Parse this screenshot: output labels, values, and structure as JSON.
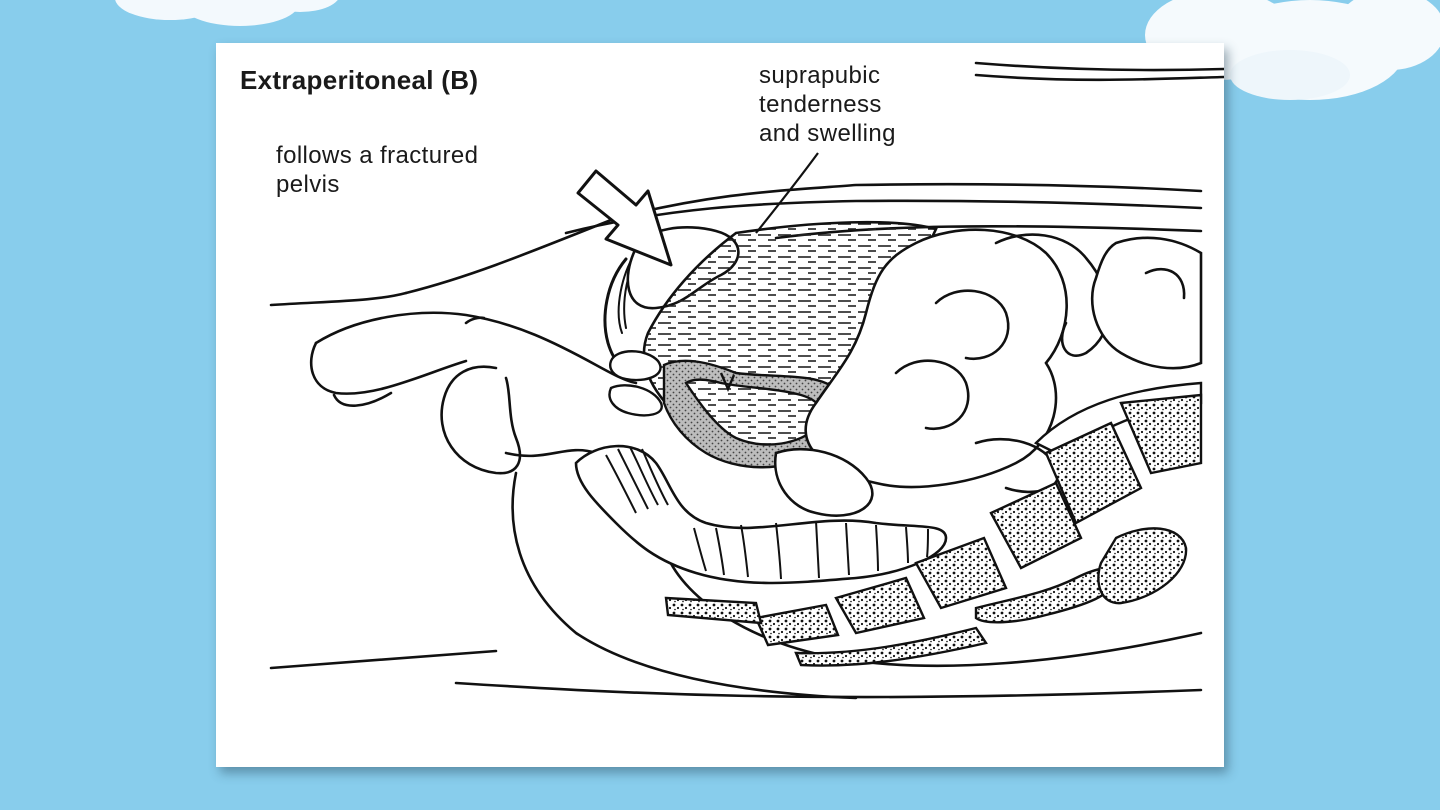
{
  "background_color": "#88cdec",
  "card_color": "#ffffff",
  "ink_color": "#1a1a1a",
  "diagram": {
    "title": "Extraperitoneal (B)",
    "annotations": {
      "fracture": "follows a fractured\npelvis",
      "suprapubic": "suprapubic\ntenderness\nand swelling"
    },
    "icons": [
      "arrow-icon",
      "bladder-icon",
      "bowel-loops-icon",
      "spine-icon",
      "rectum-icon",
      "cloud-icon"
    ]
  }
}
